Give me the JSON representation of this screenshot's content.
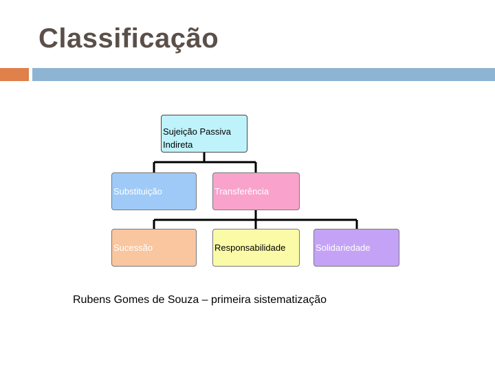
{
  "slide": {
    "title": "Classificação",
    "caption": "Rubens Gomes de Souza – primeira sistematização"
  },
  "colors": {
    "title_text": "#5a5049",
    "accent_bar": "#e0804a",
    "main_bar": "#8eb4d4",
    "connector": "#000000"
  },
  "diagram": {
    "root": {
      "label": "Sujeição Passiva Indireta",
      "fill": "#bff3fb",
      "text_color": "#000000"
    },
    "level1": [
      {
        "label": "Substituição",
        "fill": "#9fcaf7",
        "text_color": "#ffffff"
      },
      {
        "label": "Transferência",
        "fill": "#f9a3cc",
        "text_color": "#ffffff"
      }
    ],
    "level2": [
      {
        "label": "Sucessão",
        "fill": "#f9c69f",
        "text_color": "#ffffff"
      },
      {
        "label": "Responsabilidade",
        "fill": "#fbfba7",
        "text_color": "#000000"
      },
      {
        "label": "Solidariedade",
        "fill": "#c4a3f7",
        "text_color": "#ffffff"
      }
    ]
  }
}
